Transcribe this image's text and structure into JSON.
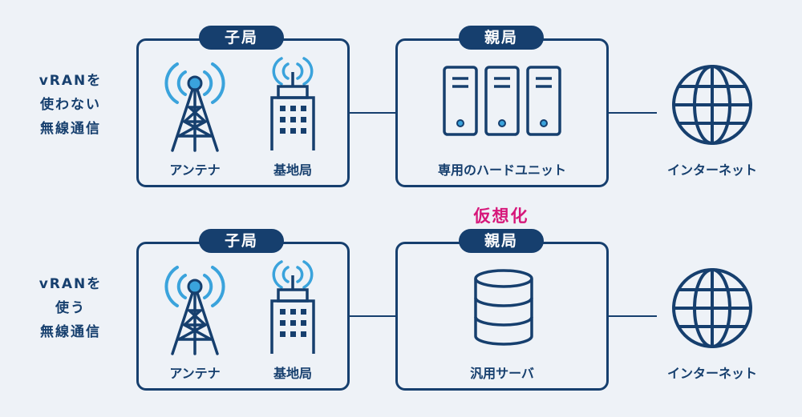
{
  "colors": {
    "navy": "#163f6e",
    "signal": "#3aa3dc",
    "accent": "#d6177a",
    "background": "#eef2f7"
  },
  "rows": [
    {
      "side_label": [
        "vRANを",
        "使わない",
        "無線通信"
      ],
      "child": {
        "title": "子局",
        "antenna": "アンテナ",
        "base_station": "基地局"
      },
      "parent": {
        "title": "親局",
        "device": "専用のハードユニット",
        "icon": "server-rack-icon"
      },
      "internet": "インターネット"
    },
    {
      "side_label": [
        "vRANを",
        "使う",
        "無線通信"
      ],
      "virtualization": "仮想化",
      "child": {
        "title": "子局",
        "antenna": "アンテナ",
        "base_station": "基地局"
      },
      "parent": {
        "title": "親局",
        "device": "汎用サーバ",
        "icon": "database-icon"
      },
      "internet": "インターネット"
    }
  ]
}
